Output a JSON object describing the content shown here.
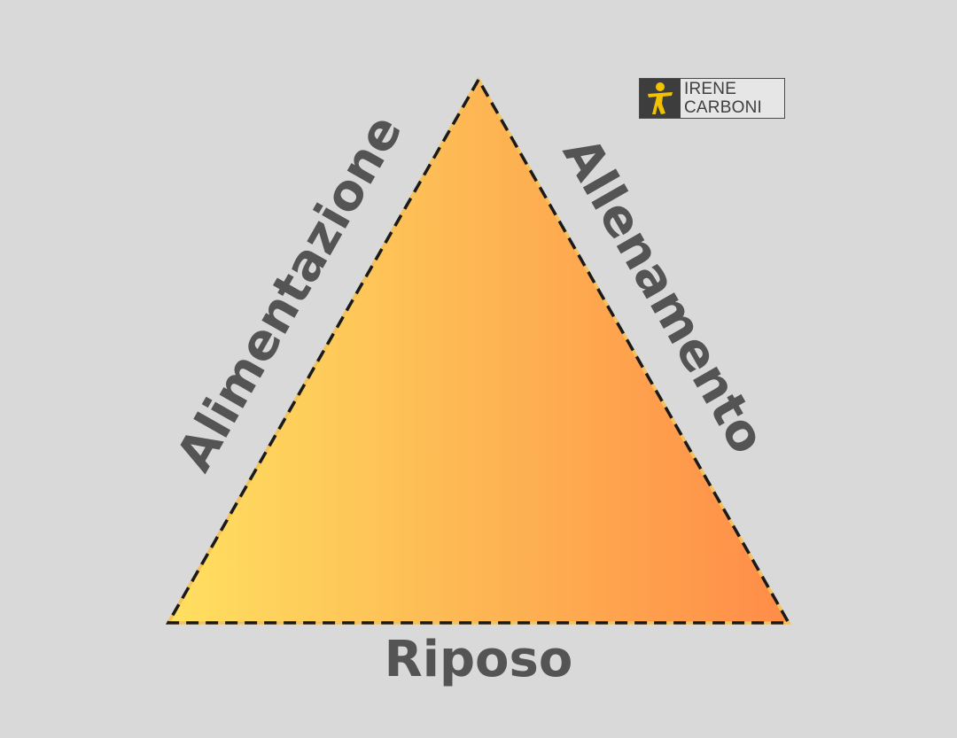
{
  "labels": {
    "left": "Alimentazione",
    "right": "Allenamento",
    "bottom": "Riposo"
  },
  "logo": {
    "line1": "IRENE",
    "line2": "CARBONI",
    "icon": "running-figure-icon"
  },
  "colors": {
    "background": "#d9d9d9",
    "gradient_start": "#ffe060",
    "gradient_end": "#ff8c48",
    "edge_dark": "#1a1a1a",
    "edge_light": "#f5c15a",
    "label": "#545454",
    "logo_accent": "#f2c200"
  }
}
